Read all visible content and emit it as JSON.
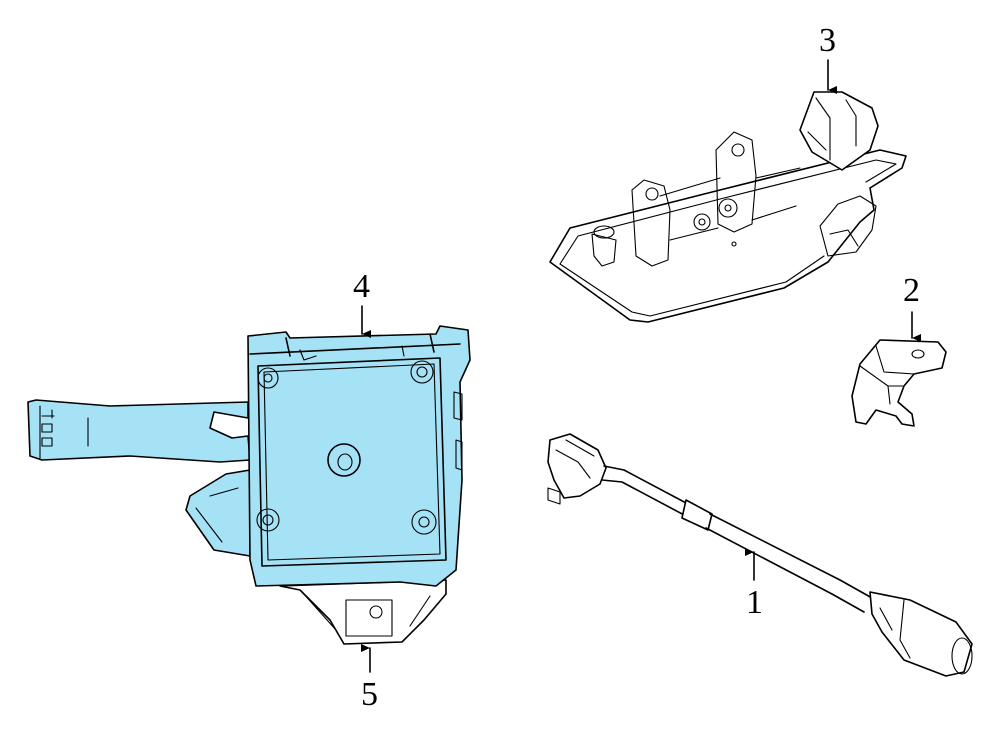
{
  "colors": {
    "highlight": "#a6e2f5",
    "line": "#000000",
    "background": "#ffffff"
  },
  "callouts": [
    {
      "id": "1",
      "label": "1"
    },
    {
      "id": "2",
      "label": "2"
    },
    {
      "id": "3",
      "label": "3"
    },
    {
      "id": "4",
      "label": "4"
    },
    {
      "id": "5",
      "label": "5"
    }
  ]
}
